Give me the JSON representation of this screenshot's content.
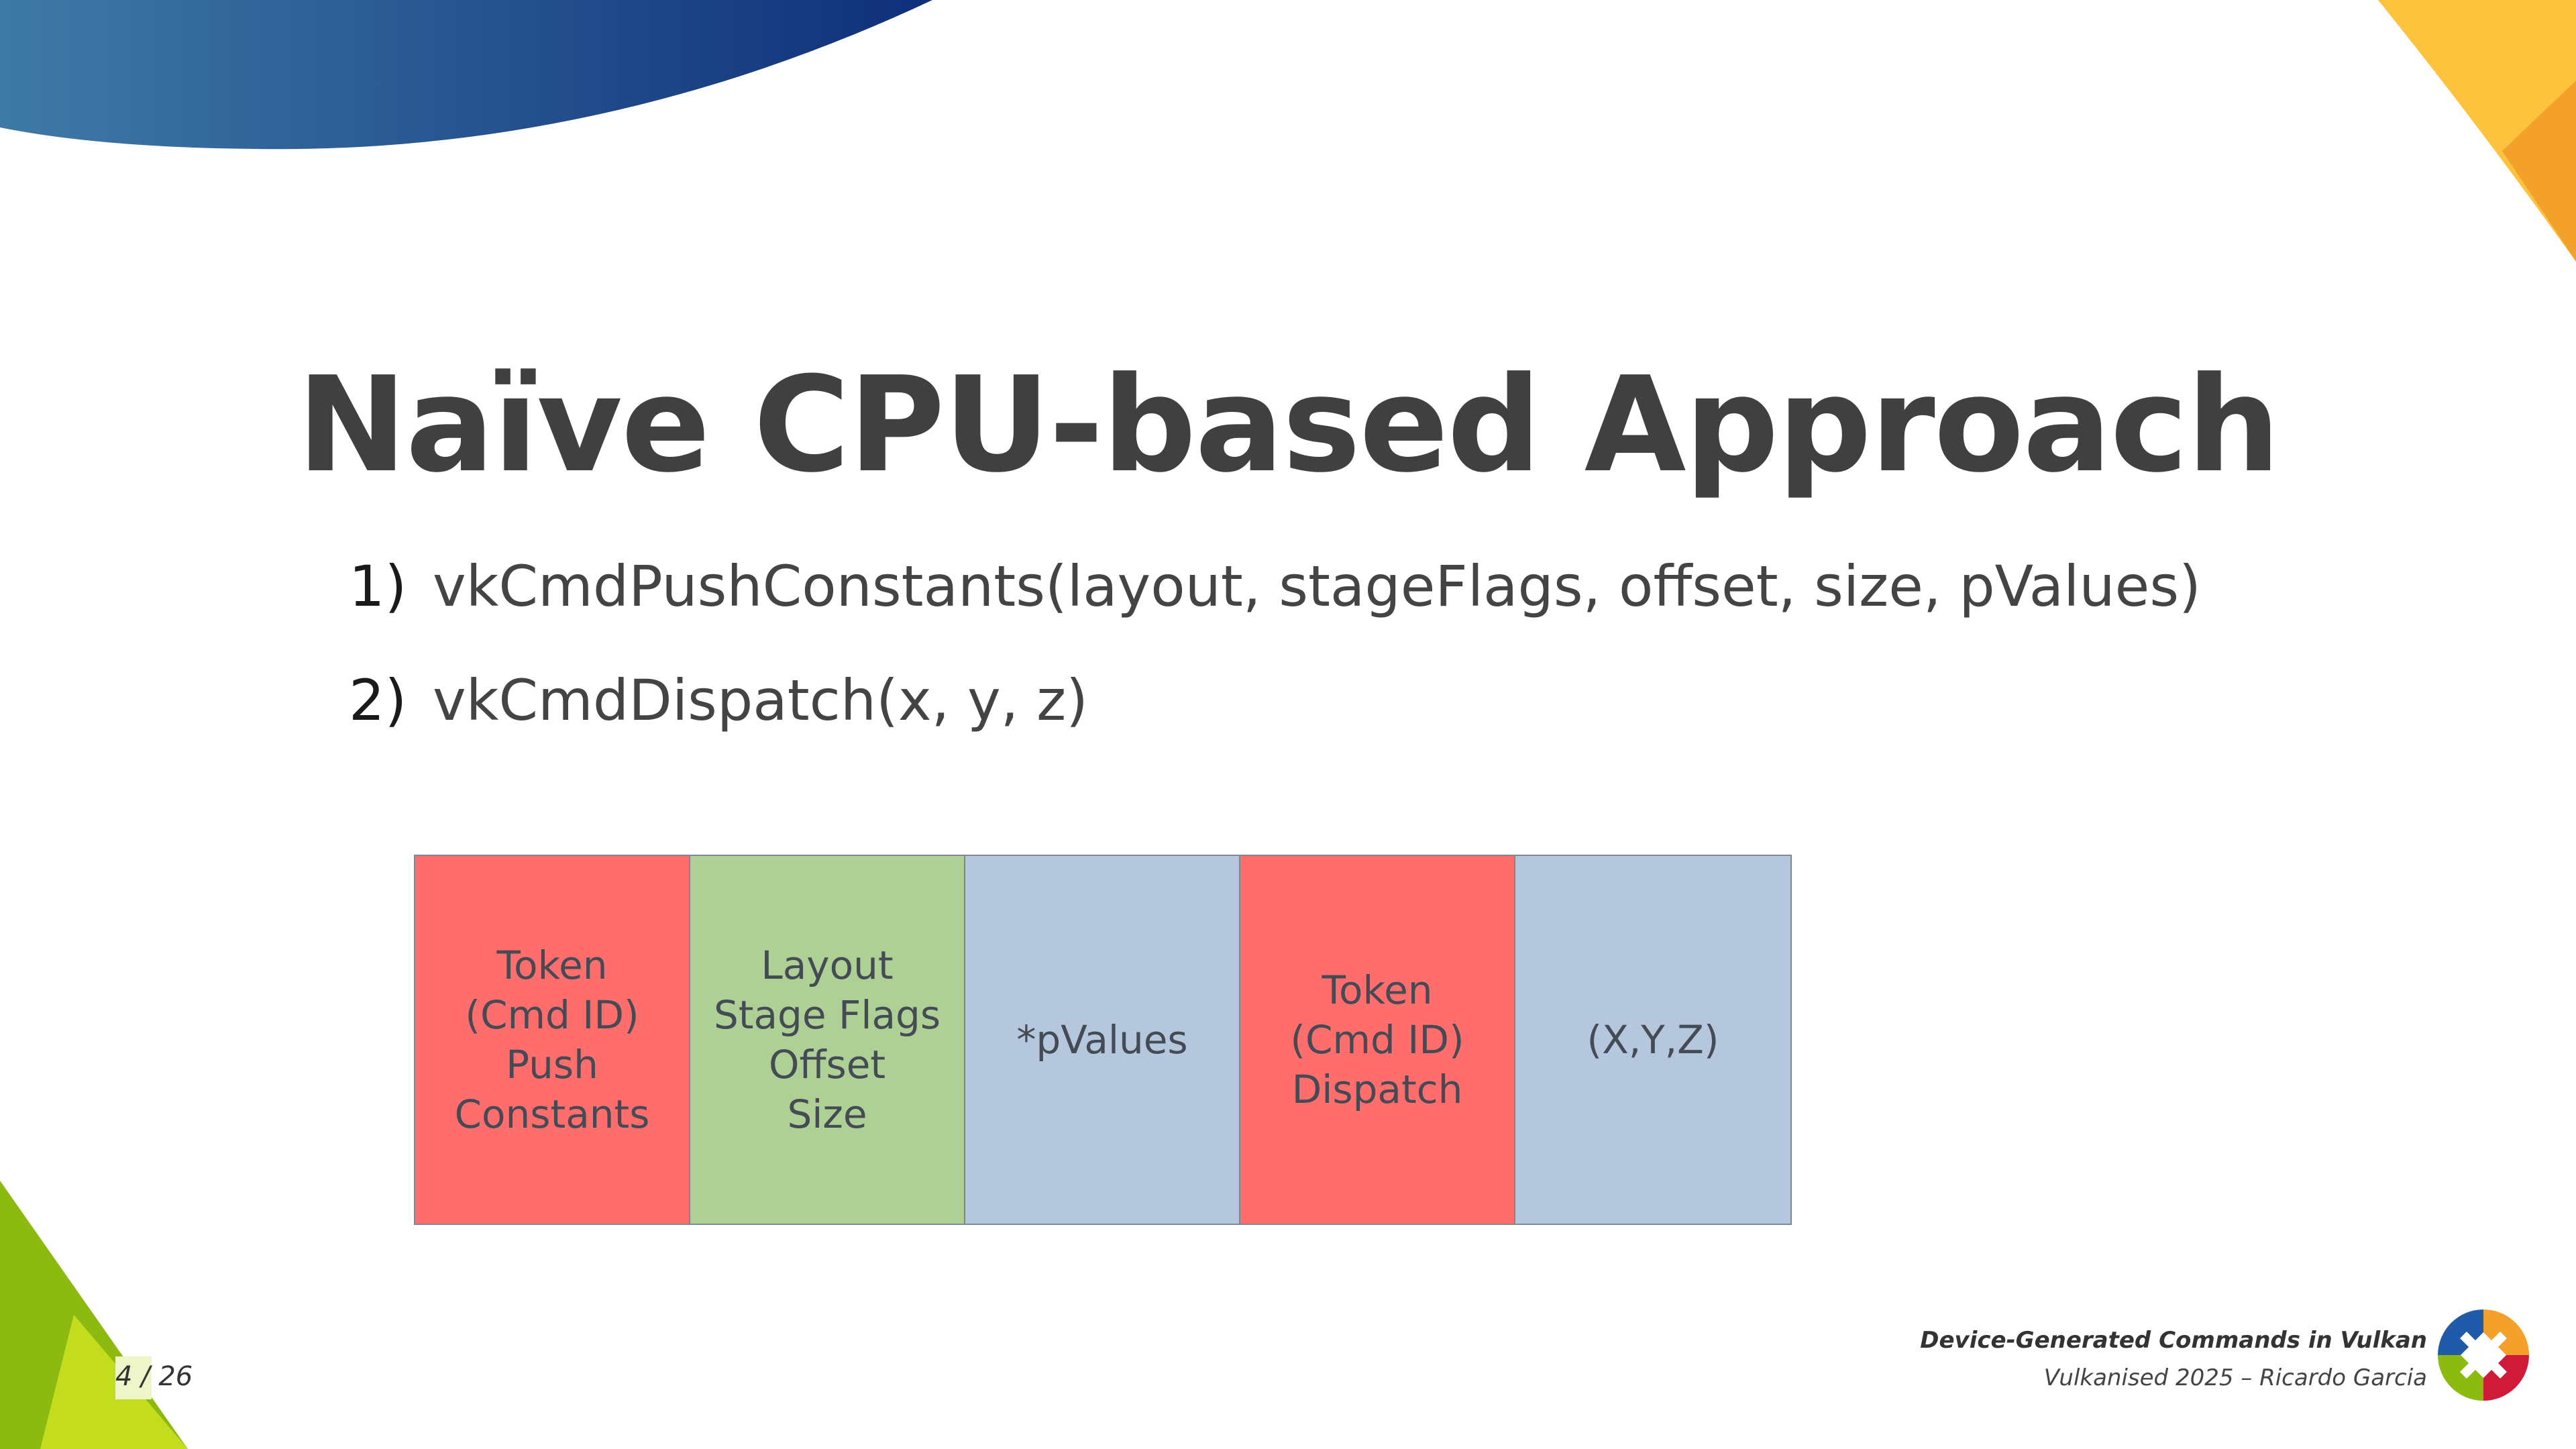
{
  "slide": {
    "title": "Naïve CPU-based Approach",
    "list": [
      {
        "number": "1)",
        "text": "vkCmdPushConstants(layout, stageFlags, offset, size, pValues)"
      },
      {
        "number": "2)",
        "text": "vkCmdDispatch(x, y, z)"
      }
    ]
  },
  "command_buffer": [
    {
      "lines": [
        "Token",
        "(Cmd ID)",
        "Push",
        "Constants"
      ],
      "color": "#ff6d6d"
    },
    {
      "lines": [
        "Layout",
        "Stage Flags",
        "Offset",
        "Size"
      ],
      "color": "#afd095"
    },
    {
      "lines": [
        "*pValues"
      ],
      "color": "#b4c7dc"
    },
    {
      "lines": [
        "Token",
        "(Cmd ID)",
        "Dispatch"
      ],
      "color": "#ff6d6d"
    },
    {
      "lines": [
        "(X,Y,Z)"
      ],
      "color": "#b4c7dc"
    }
  ],
  "footer": {
    "talk_title": "Device-Generated Commands in Vulkan",
    "event": "Vulkanised 2025 – Ricardo Garcia",
    "page_number": "4 / 26"
  },
  "theme": {
    "blue_dark": "#0f2f7a",
    "blue_light": "#3f7aa6",
    "yellow": "#fdc33d",
    "orange": "#f4a12c",
    "green": "#8dba10",
    "green_light": "#c3dc1e",
    "text": "#404040"
  }
}
